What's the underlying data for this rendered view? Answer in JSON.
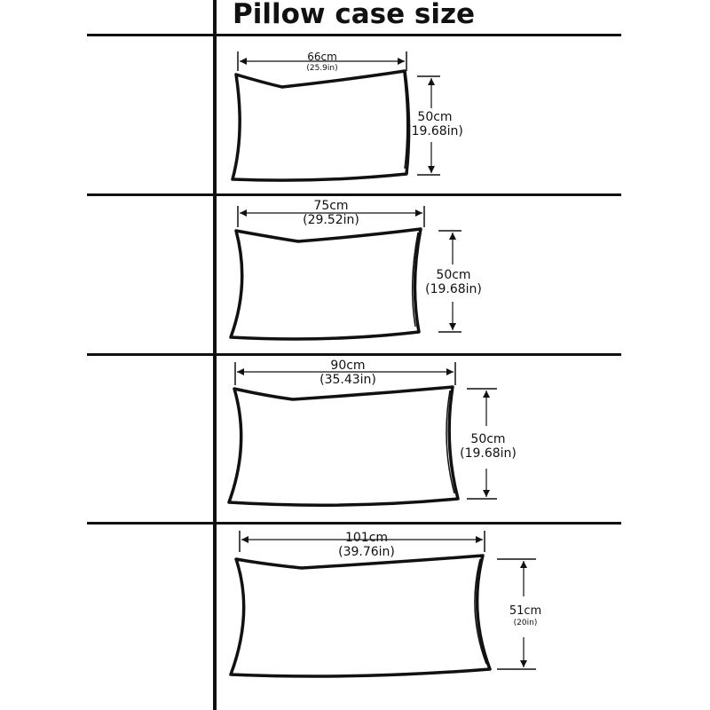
{
  "title": "Pillow case size",
  "sizes": [
    {
      "width_cm": "66cm",
      "width_in": "(25.9in)",
      "height_cm": "50cm",
      "height_in": "(19.68in)"
    },
    {
      "width_cm": "75cm",
      "width_in": "(29.52in)",
      "height_cm": "50cm",
      "height_in": "(19.68in)"
    },
    {
      "width_cm": "90cm",
      "width_in": "(35.43in)",
      "height_cm": "50cm",
      "height_in": "(19.68in)"
    },
    {
      "width_cm": "101cm",
      "width_in": "(39.76in)",
      "height_cm": "51cm",
      "height_in": "(20in)"
    }
  ]
}
